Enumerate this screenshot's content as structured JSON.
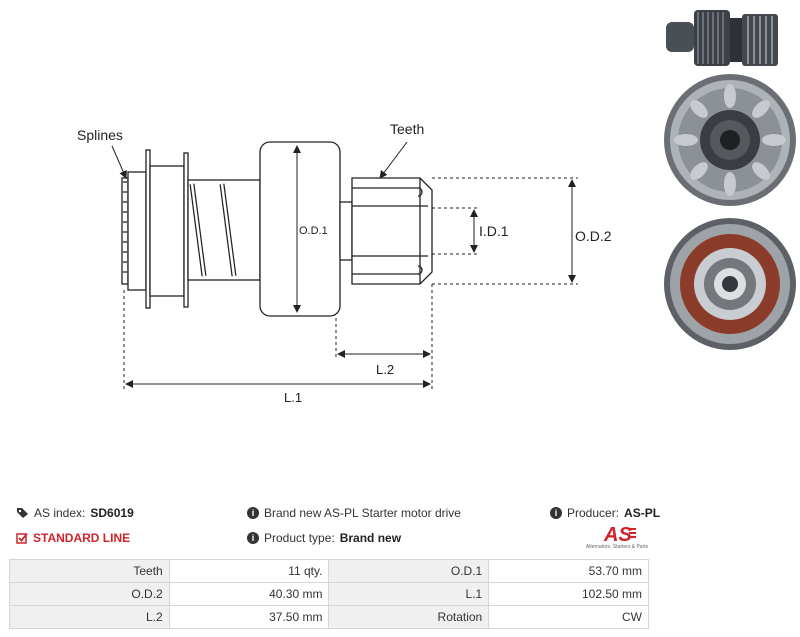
{
  "diagram": {
    "labels": {
      "splines": "Splines",
      "teeth": "Teeth",
      "od1": "O.D.1",
      "id1": "I.D.1",
      "od2": "O.D.2",
      "l2": "L.2",
      "l1": "L.1"
    },
    "line_color": "#222222"
  },
  "photos": {
    "items": [
      "side-view",
      "pinion-end-view",
      "rear-end-view"
    ]
  },
  "info": {
    "as_index_label": "AS index:",
    "as_index_value": "SD6019",
    "description": "Brand new AS-PL Starter motor drive",
    "producer_label": "Producer:",
    "producer_value": "AS-PL",
    "standard_line": "STANDARD LINE",
    "product_type_label": "Product type:",
    "product_type_value": "Brand new",
    "logo_text": "AS",
    "logo_subtext": "Alternators, Starters & Parts",
    "accent_color": "#d2232a"
  },
  "specs": [
    {
      "label1": "Teeth",
      "value1": "11 qty.",
      "label2": "O.D.1",
      "value2": "53.70 mm"
    },
    {
      "label1": "O.D.2",
      "value1": "40.30 mm",
      "label2": "L.1",
      "value2": "102.50 mm"
    },
    {
      "label1": "L.2",
      "value1": "37.50 mm",
      "label2": "Rotation",
      "value2": "CW"
    }
  ]
}
